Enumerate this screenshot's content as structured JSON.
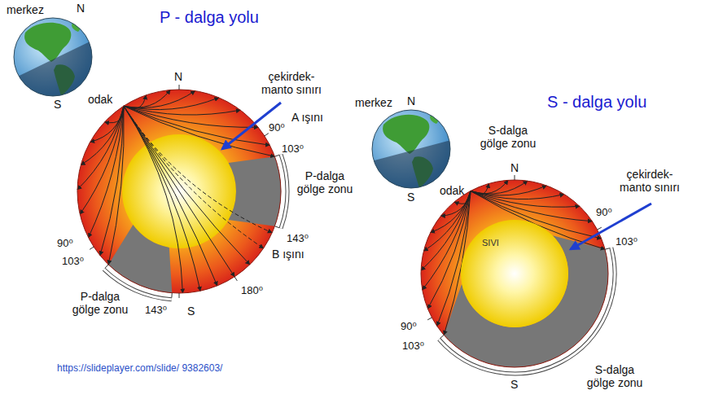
{
  "diagram": {
    "nodes": [
      {
        "text": [
          "SIVI"
        ]
      }
    ],
    "labels": [
      "merkez",
      "N",
      "S",
      "P - dalga yolu",
      "odak",
      "N",
      "çekirdek- manto sınırı",
      "90⁰",
      "A ışını",
      "103⁰",
      "P-dalga gölge zonu",
      "143⁰",
      "B ışını",
      "90⁰",
      "103⁰",
      "180⁰",
      "P-dalga gölge zonu",
      "143⁰",
      "S",
      "https://slideplayer.com/slide/ 9382603/",
      "merkez",
      "N",
      "S-dalga gölge zonu",
      "S",
      "S - dalga yolu",
      "odak",
      "N",
      "çekirdek- manto sınırı",
      "90⁰",
      "103⁰",
      "90⁰",
      "103⁰",
      "S-dalga gölge zonu",
      "S"
    ]
  }
}
